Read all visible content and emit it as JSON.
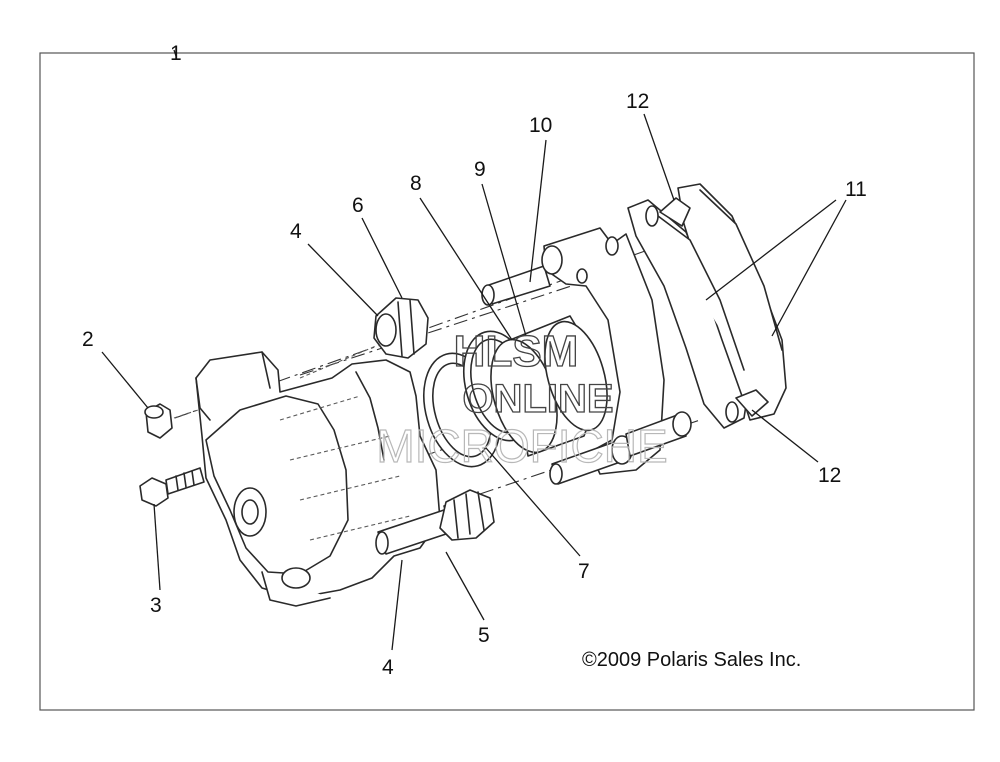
{
  "callouts": {
    "c1": "1",
    "c2": "2",
    "c3": "3",
    "c4_top": "4",
    "c4_bottom": "4",
    "c5": "5",
    "c6": "6",
    "c7": "7",
    "c8": "8",
    "c9": "9",
    "c10": "10",
    "c11": "11",
    "c12_top": "12",
    "c12_bottom": "12"
  },
  "copyright": "©2009 Polaris Sales Inc.",
  "watermark": {
    "line1": "HLSM",
    "line2": "ONLINE",
    "line3": "MICROFICHE"
  },
  "colors": {
    "line": "#2a2a2a",
    "background": "#ffffff",
    "watermark_dark": "#444444",
    "watermark_light": "#b8b8b8"
  }
}
